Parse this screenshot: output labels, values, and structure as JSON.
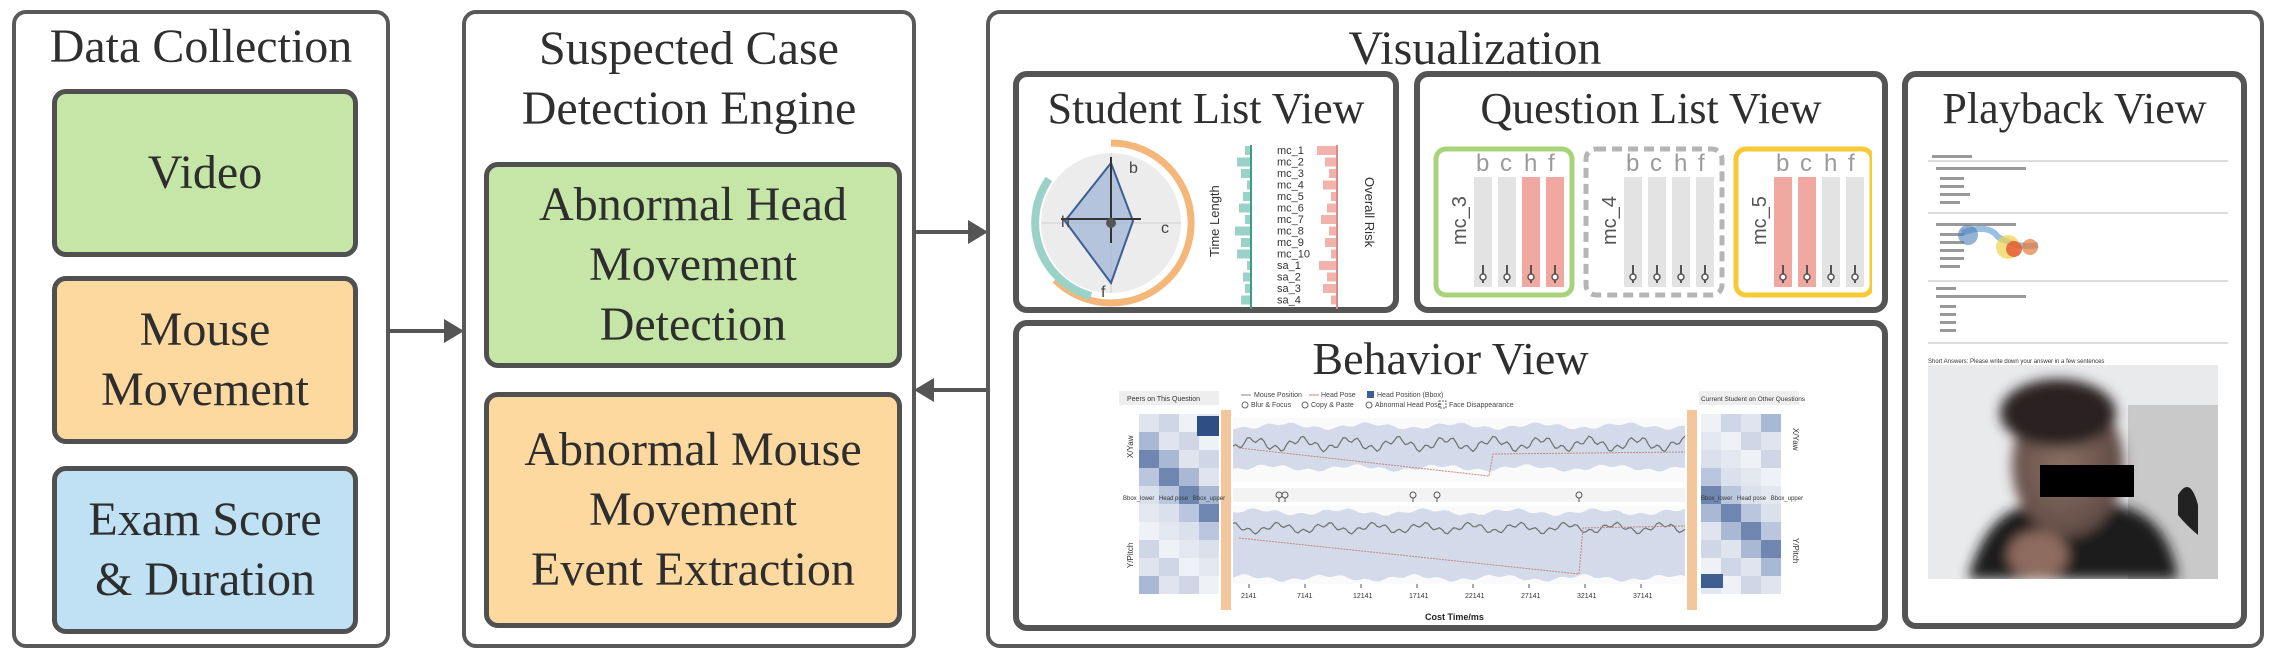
{
  "data_collection": {
    "title": "Data Collection",
    "items": [
      "Video",
      "Mouse Movement",
      "Exam Score & Duration"
    ],
    "colors": [
      "#c5e6a7",
      "#fdd9a0",
      "#bfe1f3"
    ]
  },
  "engine": {
    "title_line1": "Suspected Case",
    "title_line2": "Detection Engine",
    "head_l1": "Abnormal Head",
    "head_l2": "Movement",
    "head_l3": "Detection",
    "mouse_l1": "Abnormal Mouse",
    "mouse_l2": "Movement",
    "mouse_l3": "Event Extraction"
  },
  "visualization": {
    "title": "Visualization",
    "student_list": {
      "title": "Student List View",
      "radar_labels": [
        "b",
        "c",
        "f",
        "h"
      ],
      "questions": [
        "mc_1",
        "mc_2",
        "mc_3",
        "mc_4",
        "mc_5",
        "mc_6",
        "mc_7",
        "mc_8",
        "mc_9",
        "mc_10",
        "sa_1",
        "sa_2",
        "sa_3",
        "sa_4"
      ],
      "left_axis": "Time Length",
      "right_axis": "Overall Risk"
    },
    "question_list": {
      "title": "Question List View",
      "letters": [
        "b",
        "c",
        "h",
        "f"
      ],
      "cards": [
        {
          "label": "mc_3",
          "border": "#a8d37a",
          "dashed": false,
          "red_bars": [
            2,
            3
          ]
        },
        {
          "label": "mc_4",
          "border": "#b5b5b5",
          "dashed": true,
          "red_bars": []
        },
        {
          "label": "mc_5",
          "border": "#f6c935",
          "dashed": false,
          "red_bars": [
            0,
            1
          ]
        }
      ]
    },
    "playback": {
      "title": "Playback View",
      "short_answer": "Short Answers: Please write down your answer in a few sentences"
    },
    "behavior": {
      "title": "Behavior View",
      "left_header": "Peers on This Question",
      "right_header": "Current Student on Other Questions",
      "legend": [
        "Mouse Position",
        "Head Pose",
        "Head Position (Bbox)",
        "Blur & Focus",
        "Copy & Paste",
        "Abnormal Head Pose",
        "Face Disappearance"
      ],
      "xaxis_label": "Cost Time/ms",
      "xticks": [
        "2141",
        "7141",
        "12141",
        "17141",
        "22141",
        "27141",
        "32141",
        "37141"
      ],
      "ylabel_top": "X/Yaw",
      "ylabel_bottom": "Y/Pitch",
      "bbox_labels": [
        "Bbox_lower",
        "Head pose",
        "Bbox_upper"
      ]
    }
  }
}
